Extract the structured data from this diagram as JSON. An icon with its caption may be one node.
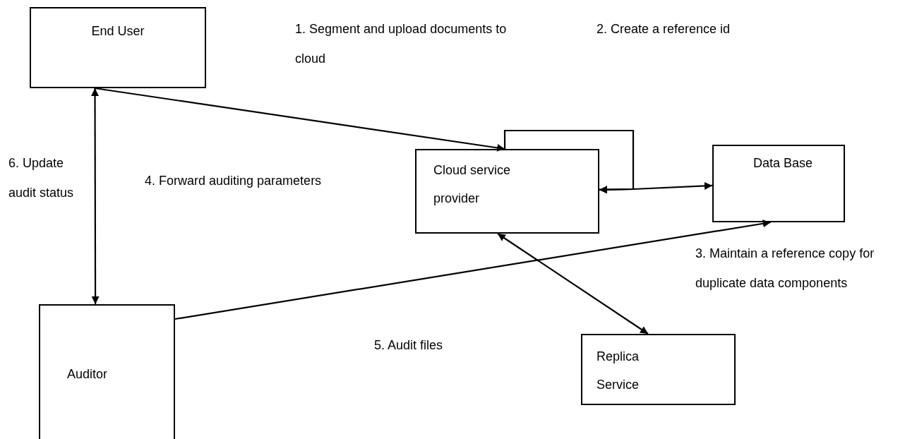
{
  "diagram": {
    "nodes": [
      {
        "text": [
          "End User"
        ]
      },
      {
        "text": [
          "Cloud service provider"
        ]
      },
      {
        "text": [
          "Data Base"
        ]
      },
      {
        "text": [
          "Auditor"
        ]
      },
      {
        "text": [
          "Replica Service"
        ]
      }
    ],
    "edges": [
      {
        "from": 0,
        "to": 1,
        "arrow": "to"
      },
      {
        "from": 1,
        "to": 1,
        "arrow": "to"
      },
      {
        "from": 1,
        "to": 2,
        "arrow": "both"
      },
      {
        "from": 3,
        "to": 2,
        "arrow": "to"
      },
      {
        "from": 1,
        "to": 4,
        "arrow": "both"
      },
      {
        "from": 0,
        "to": 3,
        "arrow": "both"
      }
    ],
    "labels": [
      "1. Segment and upload documents to cloud",
      "2. Create a reference id",
      "6. Update audit status",
      "4. Forward auditing parameters",
      "3. Maintain a reference copy for duplicate data components",
      "5. Audit files"
    ]
  }
}
